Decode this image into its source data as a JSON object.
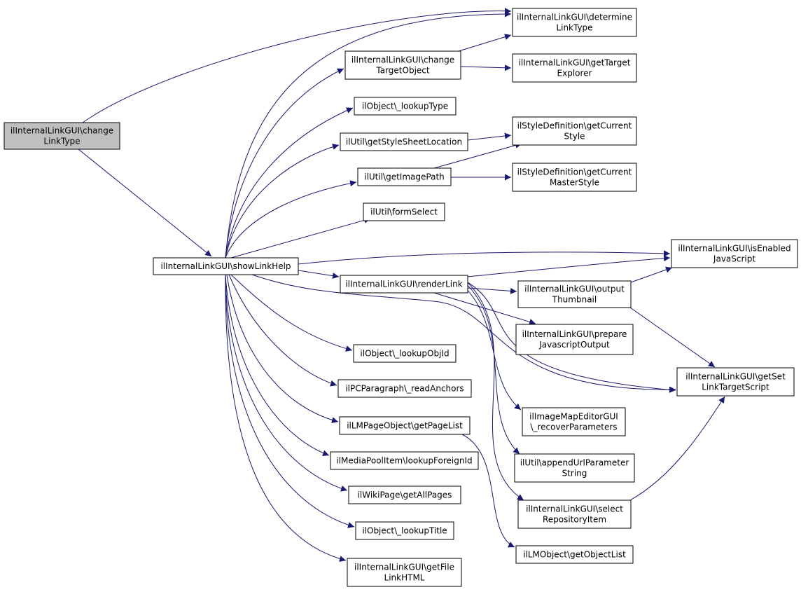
{
  "colors": {
    "edge": "#191970",
    "root_fill": "#bfbfbf",
    "node_fill": "#ffffff",
    "border": "#000000"
  },
  "nodes": {
    "root": {
      "lines": [
        "ilInternalLinkGUI\\change",
        "LinkType"
      ]
    },
    "showLinkHelp": {
      "lines": [
        "ilInternalLinkGUI\\showLinkHelp"
      ]
    },
    "determineLinkType": {
      "lines": [
        "ilInternalLinkGUI\\determine",
        "LinkType"
      ]
    },
    "changeTargetObject": {
      "lines": [
        "ilInternalLinkGUI\\change",
        "TargetObject"
      ]
    },
    "getTargetExplorer": {
      "lines": [
        "ilInternalLinkGUI\\getTarget",
        "Explorer"
      ]
    },
    "lookupType": {
      "lines": [
        "ilObject\\_lookupType"
      ]
    },
    "getStyleSheetLocation": {
      "lines": [
        "ilUtil\\getStyleSheetLocation"
      ]
    },
    "getCurrentStyle": {
      "lines": [
        "ilStyleDefinition\\getCurrent",
        "Style"
      ]
    },
    "getImagePath": {
      "lines": [
        "ilUtil\\getImagePath"
      ]
    },
    "getCurrentMasterStyle": {
      "lines": [
        "ilStyleDefinition\\getCurrent",
        "MasterStyle"
      ]
    },
    "formSelect": {
      "lines": [
        "ilUtil\\formSelect"
      ]
    },
    "isEnabledJavaScript": {
      "lines": [
        "ilInternalLinkGUI\\isEnabled",
        "JavaScript"
      ]
    },
    "renderLink": {
      "lines": [
        "ilInternalLinkGUI\\renderLink"
      ]
    },
    "outputThumbnail": {
      "lines": [
        "ilInternalLinkGUI\\output",
        "Thumbnail"
      ]
    },
    "prepareJavascriptOutput": {
      "lines": [
        "ilInternalLinkGUI\\prepare",
        "JavascriptOutput"
      ]
    },
    "getSetLinkTargetScript": {
      "lines": [
        "ilInternalLinkGUI\\getSet",
        "LinkTargetScript"
      ]
    },
    "lookupObjId": {
      "lines": [
        "ilObject\\_lookupObjId"
      ]
    },
    "readAnchors": {
      "lines": [
        "ilPCParagraph\\_readAnchors"
      ]
    },
    "getPageList": {
      "lines": [
        "ilLMPageObject\\getPageList"
      ]
    },
    "lookupForeignId": {
      "lines": [
        "ilMediaPoolItem\\lookupForeignId"
      ]
    },
    "getAllPages": {
      "lines": [
        "ilWikiPage\\getAllPages"
      ]
    },
    "lookupTitle": {
      "lines": [
        "ilObject\\_lookupTitle"
      ]
    },
    "getFileLinkHTML": {
      "lines": [
        "ilInternalLinkGUI\\getFile",
        "LinkHTML"
      ]
    },
    "recoverParameters": {
      "lines": [
        "ilImageMapEditorGUI",
        "\\_recoverParameters"
      ]
    },
    "appendUrlParameterString": {
      "lines": [
        "ilUtil\\appendUrlParameter",
        "String"
      ]
    },
    "selectRepositoryItem": {
      "lines": [
        "ilInternalLinkGUI\\select",
        "RepositoryItem"
      ]
    },
    "getObjectList": {
      "lines": [
        "ilLMObject\\getObjectList"
      ]
    }
  }
}
